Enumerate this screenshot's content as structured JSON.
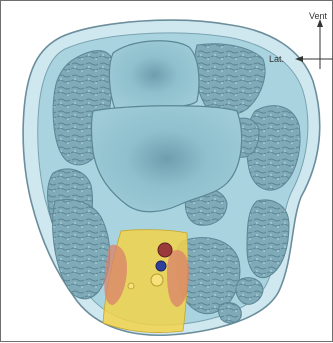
{
  "figure": {
    "type": "anatomical-cross-section",
    "orientation": {
      "vertical_label": "Vent",
      "horizontal_label": "Lat."
    },
    "colors": {
      "skin_outline": "#6c8e9c",
      "subcutis": "#cfe8ef",
      "fascia_fill": "#a9d3df",
      "muscle": "#7faab8",
      "bone": "#8fc0ce",
      "highlight_region": "#f2d24a",
      "reddish_zone": "#d9826a",
      "artery": "#9a3a3a",
      "vein": "#2f3f9a",
      "nerve": "#f6e27a"
    }
  }
}
